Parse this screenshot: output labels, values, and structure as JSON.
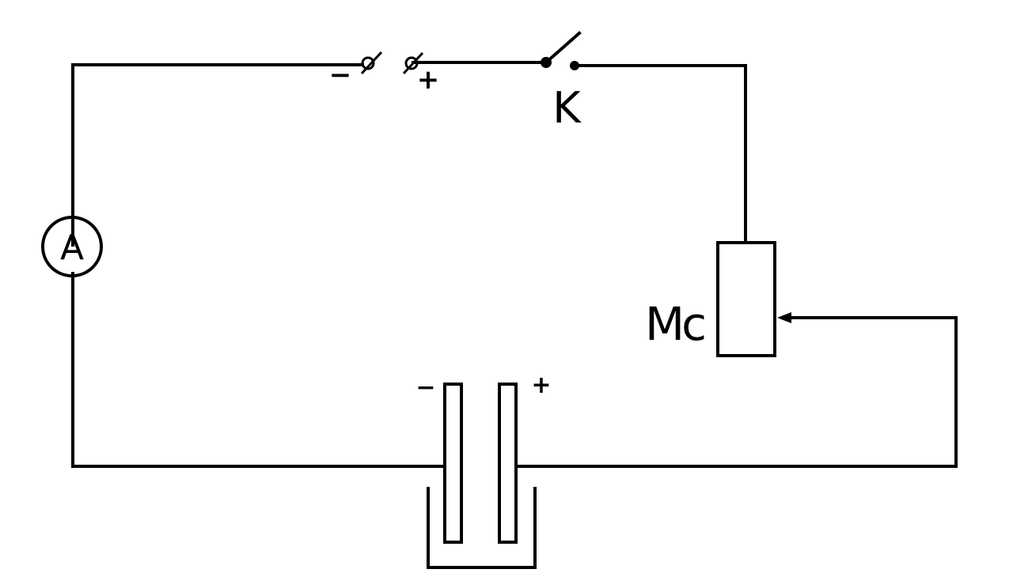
{
  "labels": {
    "ammeter": "A",
    "switch": "K",
    "rheostat": "Mc",
    "terminal_minus": "−",
    "terminal_plus": "+",
    "electrode_minus": "−",
    "electrode_plus": "+"
  },
  "colors": {
    "line": "#000000",
    "background": "#ffffff"
  }
}
